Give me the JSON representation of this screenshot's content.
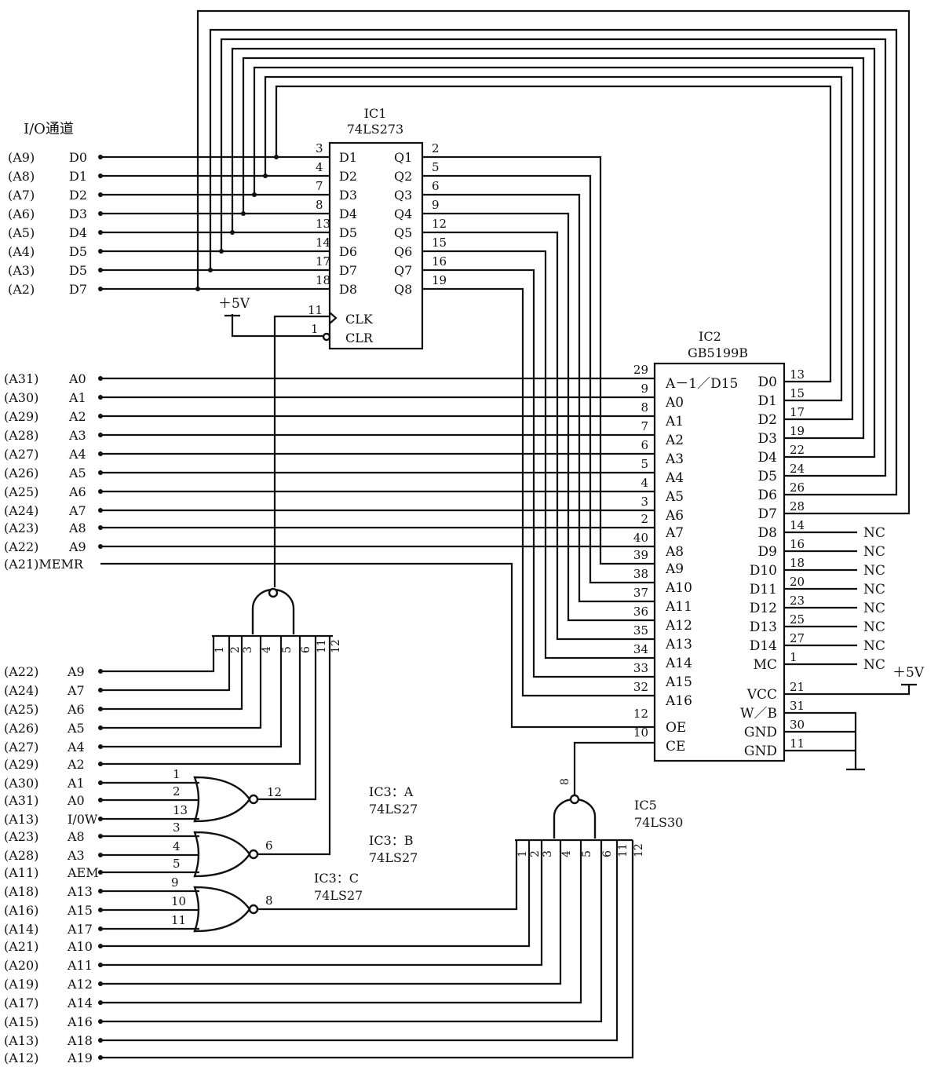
{
  "io": {
    "header": "I/O通道",
    "d_signals": [
      {
        "pin": "(A9)",
        "name": "D0"
      },
      {
        "pin": "(A8)",
        "name": "D1"
      },
      {
        "pin": "(A7)",
        "name": "D2"
      },
      {
        "pin": "(A6)",
        "name": "D3"
      },
      {
        "pin": "(A5)",
        "name": "D4"
      },
      {
        "pin": "(A4)",
        "name": "D5"
      },
      {
        "pin": "(A3)",
        "name": "D5"
      },
      {
        "pin": "(A2)",
        "name": "D7"
      }
    ],
    "a_signals": [
      {
        "pin": "(A31)",
        "name": "A0"
      },
      {
        "pin": "(A30)",
        "name": "A1"
      },
      {
        "pin": "(A29)",
        "name": "A2"
      },
      {
        "pin": "(A28)",
        "name": "A3"
      },
      {
        "pin": "(A27)",
        "name": "A4"
      },
      {
        "pin": "(A26)",
        "name": "A5"
      },
      {
        "pin": "(A25)",
        "name": "A6"
      },
      {
        "pin": "(A24)",
        "name": "A7"
      },
      {
        "pin": "(A23)",
        "name": "A8"
      },
      {
        "pin": "(A22)",
        "name": "A9"
      },
      {
        "pin": "(A21)",
        "name": "MEMR"
      }
    ],
    "decode_signals": [
      {
        "pin": "(A22)",
        "name": "A9"
      },
      {
        "pin": "(A24)",
        "name": "A7"
      },
      {
        "pin": "(A25)",
        "name": "A6"
      },
      {
        "pin": "(A26)",
        "name": "A5"
      },
      {
        "pin": "(A27)",
        "name": "A4"
      },
      {
        "pin": "(A29)",
        "name": "A2"
      },
      {
        "pin": "(A30)",
        "name": "A1"
      },
      {
        "pin": "(A31)",
        "name": "A0"
      },
      {
        "pin": "(A13)",
        "name": "I/0W"
      },
      {
        "pin": "(A23)",
        "name": "A8"
      },
      {
        "pin": "(A28)",
        "name": "A3"
      },
      {
        "pin": "(A11)",
        "name": "AEM"
      },
      {
        "pin": "(A18)",
        "name": "A13"
      },
      {
        "pin": "(A16)",
        "name": "A15"
      },
      {
        "pin": "(A14)",
        "name": "A17"
      },
      {
        "pin": "(A21)",
        "name": "A10"
      },
      {
        "pin": "(A20)",
        "name": "A11"
      },
      {
        "pin": "(A19)",
        "name": "A12"
      },
      {
        "pin": "(A17)",
        "name": "A14"
      },
      {
        "pin": "(A15)",
        "name": "A16"
      },
      {
        "pin": "(A13)",
        "name": "A18"
      },
      {
        "pin": "(A12)",
        "name": "A19"
      }
    ]
  },
  "ic1": {
    "title": "IC1",
    "part": "74LS273",
    "d_pins": [
      {
        "num": "3",
        "name": "D1"
      },
      {
        "num": "4",
        "name": "D2"
      },
      {
        "num": "7",
        "name": "D3"
      },
      {
        "num": "8",
        "name": "D4"
      },
      {
        "num": "13",
        "name": "D5"
      },
      {
        "num": "14",
        "name": "D6"
      },
      {
        "num": "17",
        "name": "D7"
      },
      {
        "num": "18",
        "name": "D8"
      }
    ],
    "q_pins": [
      {
        "num": "2",
        "name": "Q1"
      },
      {
        "num": "5",
        "name": "Q2"
      },
      {
        "num": "6",
        "name": "Q3"
      },
      {
        "num": "9",
        "name": "Q4"
      },
      {
        "num": "12",
        "name": "Q5"
      },
      {
        "num": "15",
        "name": "Q6"
      },
      {
        "num": "16",
        "name": "Q7"
      },
      {
        "num": "19",
        "name": "Q8"
      }
    ],
    "clk": {
      "num": "11",
      "name": "CLK"
    },
    "clr": {
      "num": "1",
      "name": "CLR"
    }
  },
  "ic2": {
    "title": "IC2",
    "part": "GB5199B",
    "left_pins": [
      {
        "num": "29",
        "name": "A－1／D15"
      },
      {
        "num": "9",
        "name": "A0"
      },
      {
        "num": "8",
        "name": "A1"
      },
      {
        "num": "7",
        "name": "A2"
      },
      {
        "num": "6",
        "name": "A3"
      },
      {
        "num": "5",
        "name": "A4"
      },
      {
        "num": "4",
        "name": "A5"
      },
      {
        "num": "3",
        "name": "A6"
      },
      {
        "num": "2",
        "name": "A7"
      },
      {
        "num": "40",
        "name": "A8"
      },
      {
        "num": "39",
        "name": "A9"
      },
      {
        "num": "38",
        "name": "A10"
      },
      {
        "num": "37",
        "name": "A11"
      },
      {
        "num": "36",
        "name": "A12"
      },
      {
        "num": "35",
        "name": "A13"
      },
      {
        "num": "34",
        "name": "A14"
      },
      {
        "num": "33",
        "name": "A15"
      },
      {
        "num": "32",
        "name": "A16"
      },
      {
        "num": "12",
        "name": "OE"
      },
      {
        "num": "10",
        "name": "CE"
      }
    ],
    "right_pins": [
      {
        "num": "13",
        "name": "D0"
      },
      {
        "num": "15",
        "name": "D1"
      },
      {
        "num": "17",
        "name": "D2"
      },
      {
        "num": "19",
        "name": "D3"
      },
      {
        "num": "22",
        "name": "D4"
      },
      {
        "num": "24",
        "name": "D5"
      },
      {
        "num": "26",
        "name": "D6"
      },
      {
        "num": "28",
        "name": "D7"
      },
      {
        "num": "14",
        "name": "D8"
      },
      {
        "num": "16",
        "name": "D9"
      },
      {
        "num": "18",
        "name": "D10"
      },
      {
        "num": "20",
        "name": "D11"
      },
      {
        "num": "23",
        "name": "D12"
      },
      {
        "num": "25",
        "name": "D13"
      },
      {
        "num": "27",
        "name": "D14"
      },
      {
        "num": "1",
        "name": "MC"
      },
      {
        "num": "21",
        "name": "VCC"
      },
      {
        "num": "31",
        "name": "W／B"
      },
      {
        "num": "30",
        "name": "GND"
      },
      {
        "num": "11",
        "name": "GND"
      }
    ],
    "nc_label": "NC"
  },
  "ic3a": {
    "title": "IC3：A",
    "part": "74LS27",
    "inputs": [
      "1",
      "2",
      "13"
    ],
    "output": "12"
  },
  "ic3b": {
    "title": "IC3：B",
    "part": "74LS27",
    "inputs": [
      "3",
      "4",
      "5"
    ],
    "output": "6"
  },
  "ic3c": {
    "title": "IC3：C",
    "part": "74LS27",
    "inputs": [
      "9",
      "10",
      "11"
    ],
    "output": "8"
  },
  "ic4": {
    "inputs": [
      "1",
      "2",
      "3",
      "4",
      "5",
      "6",
      "11",
      "12"
    ]
  },
  "ic5": {
    "title": "IC5",
    "part": "74LS30",
    "inputs": [
      "1",
      "2",
      "3",
      "4",
      "5",
      "6",
      "11",
      "12"
    ],
    "output": "8"
  },
  "power": {
    "vcc_label": "＋5V"
  }
}
